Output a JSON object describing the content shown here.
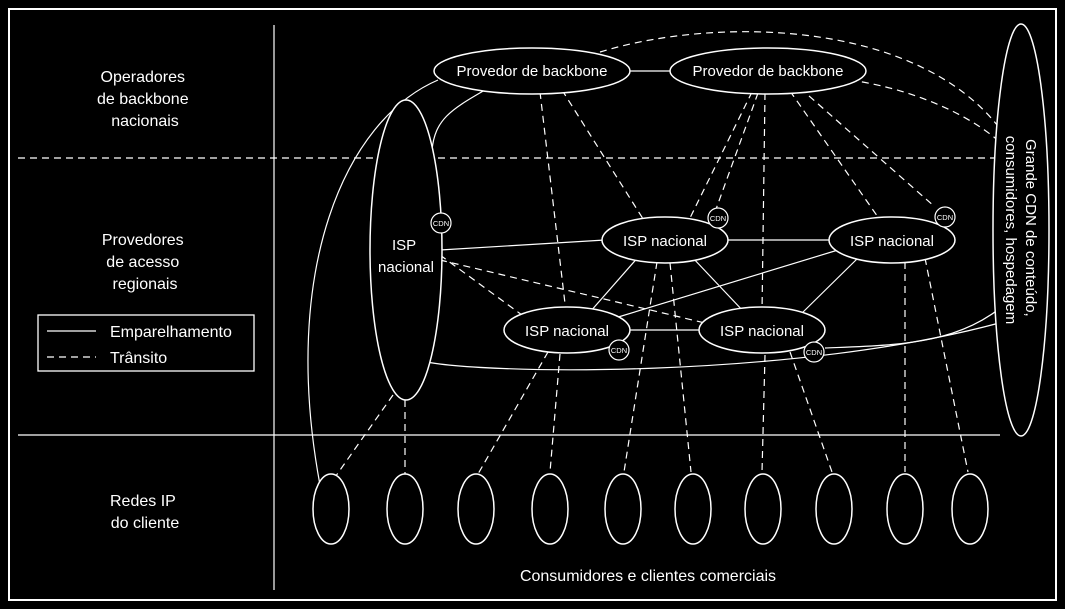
{
  "tiers": {
    "backbone": [
      "Operadores",
      "de backbone",
      "nacionais"
    ],
    "regional": [
      "Provedores",
      "de acesso",
      "regionais"
    ],
    "customer": [
      "Redes IP",
      "do cliente"
    ]
  },
  "legend": {
    "peering": "Emparelhamento",
    "transit": "Trânsito"
  },
  "nodes": {
    "backbone_1": "Provedor de backbone",
    "backbone_2": "Provedor de backbone",
    "isp_tall": [
      "ISP",
      "nacional"
    ],
    "isp_upper_1": "ISP nacional",
    "isp_upper_2": "ISP nacional",
    "isp_lower_1": "ISP nacional",
    "isp_lower_2": "ISP nacional",
    "cdn_badge": "CDN",
    "big_cdn": [
      "Grande CDN de conteúdo,",
      "consumidores, hospedagem"
    ]
  },
  "bottom_caption": "Consumidores e clientes comerciais",
  "customer_network_count": 10
}
